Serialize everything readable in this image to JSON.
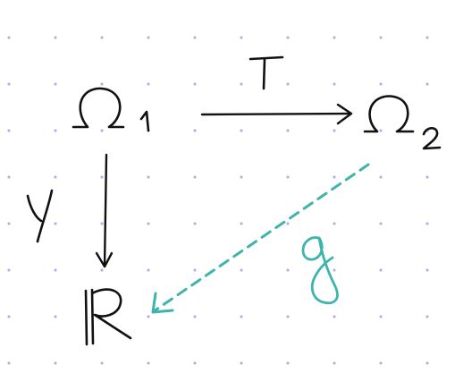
{
  "nodes": {
    "omega1": {
      "label": "Ω",
      "subscript": "1"
    },
    "omega2": {
      "label": "Ω",
      "subscript": "2"
    },
    "reals": {
      "label": "ℝ"
    }
  },
  "arrows": {
    "T": {
      "label": "T",
      "from": "omega1",
      "to": "omega2",
      "style": "solid"
    },
    "Y": {
      "label": "Y",
      "from": "omega1",
      "to": "reals",
      "style": "solid"
    },
    "g": {
      "label": "g",
      "from": "omega2",
      "to": "reals",
      "style": "dashed"
    }
  },
  "colors": {
    "background": "#ffffff",
    "dot_grid": "#b9b2ea",
    "ink": "#111111",
    "accent": "#3fb4ad"
  }
}
